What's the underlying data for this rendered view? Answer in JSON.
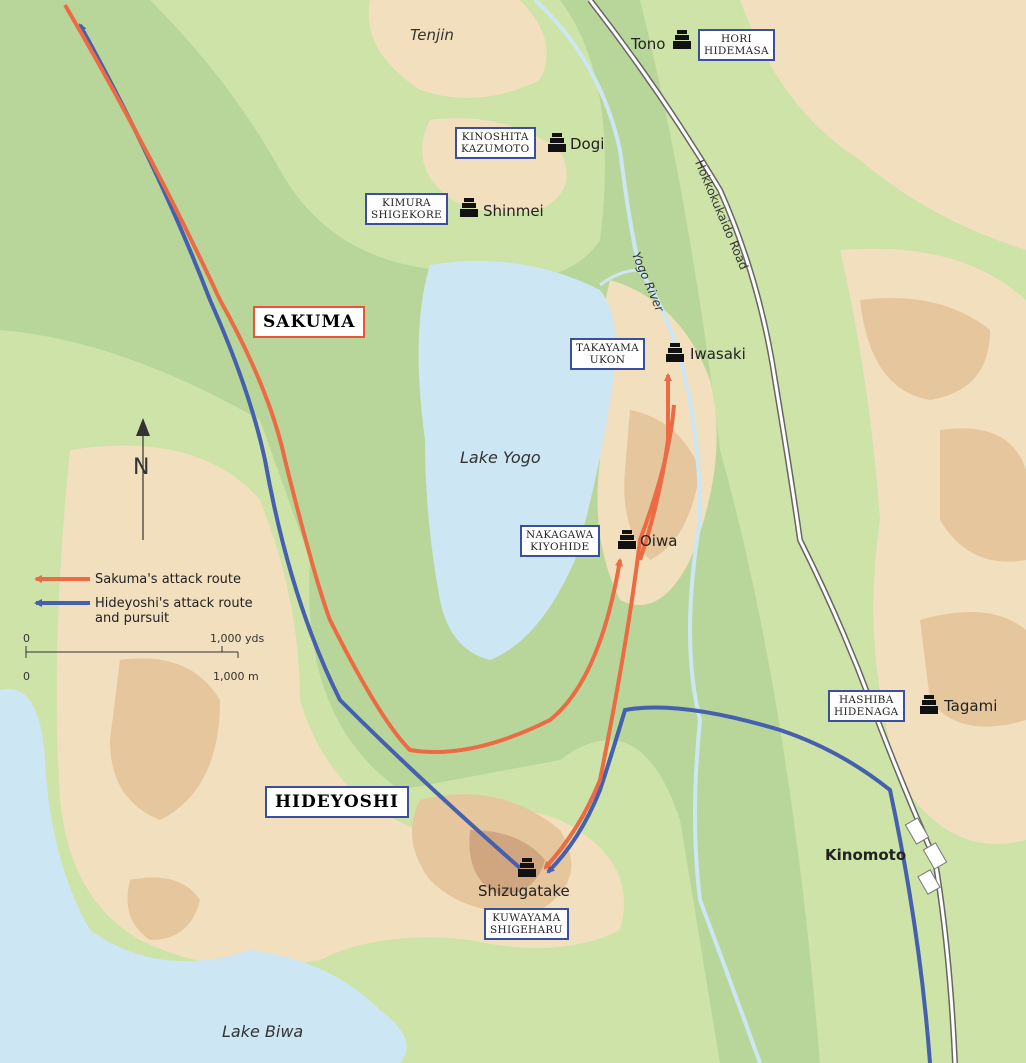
{
  "map": {
    "places": {
      "tenjin": "Tenjin",
      "tono": "Tono",
      "dogi": "Dogi",
      "shinmei": "Shinmei",
      "iwasaki": "Iwasaki",
      "oiwa": "Oiwa",
      "shizugatake": "Shizugatake",
      "tagami": "Tagami",
      "kinomoto": "Kinomoto",
      "lake_yogo": "Lake Yogo",
      "lake_biwa": "Lake Biwa",
      "yogo_river": "Yogo River",
      "road": "Hokkokukaido Road"
    },
    "commanders": {
      "hori": [
        "HORI",
        "HIDEMASA"
      ],
      "kinoshita": [
        "KINOSHITA",
        "KAZUMOTO"
      ],
      "kimura": [
        "KIMURA",
        "SHIGEKORE"
      ],
      "takayama": [
        "TAKAYAMA",
        "UKON"
      ],
      "nakagawa": [
        "NAKAGAWA",
        "KIYOHIDE"
      ],
      "hashiba": [
        "HASHIBA",
        "HIDENAGA"
      ],
      "kuwayama": [
        "KUWAYAMA",
        "SHIGEHARU"
      ]
    },
    "armies": {
      "sakuma": "SAKUMA",
      "hideyoshi": "HIDEYOSHI"
    },
    "north_label": "N",
    "legend": {
      "sakuma_route": "Sakuma's attack route",
      "hideyoshi_route_1": "Hideyoshi's attack route",
      "hideyoshi_route_2": "and pursuit"
    },
    "scale": {
      "zero": "0",
      "yds": "1,000 yds",
      "m": "1,000 m"
    },
    "colors": {
      "lowland": "#b9d69a",
      "hill_light": "#f1dfbd",
      "hill_mid": "#e5c69d",
      "hill_dark": "#cfa680",
      "water": "#cce6f4",
      "sakuma_route": "#ec6a44",
      "hideyoshi_route": "#4460ae",
      "frame_blue": "#3b4fa0",
      "frame_red": "#e8533a"
    }
  }
}
